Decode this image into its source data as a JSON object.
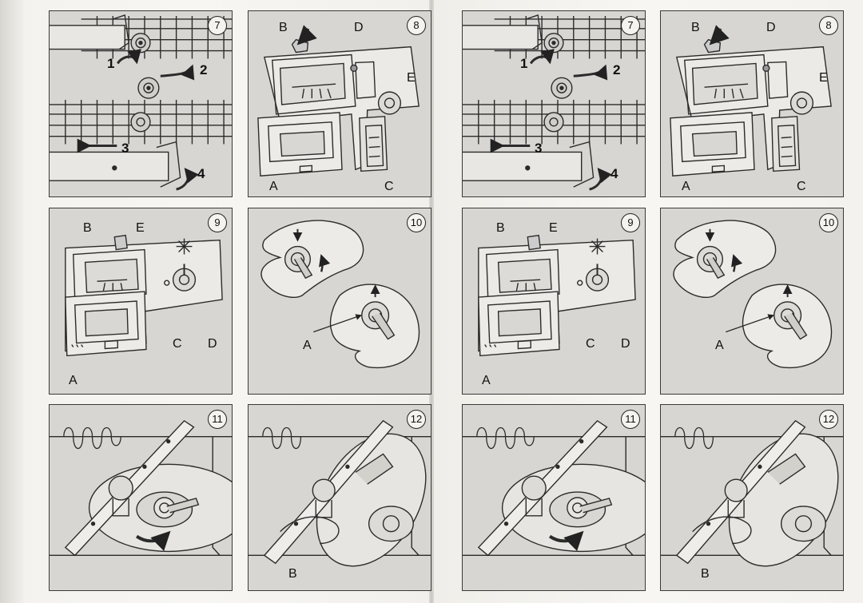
{
  "pages": [
    {
      "panels": [
        {
          "number": "7",
          "labels": {
            "s1": "1",
            "s2": "2",
            "s3": "3",
            "s4": "4"
          }
        },
        {
          "number": "8",
          "labels": {
            "A": "A",
            "B": "B",
            "C": "C",
            "D": "D",
            "E": "E"
          }
        },
        {
          "number": "9",
          "labels": {
            "A": "A",
            "B": "B",
            "C": "C",
            "D": "D",
            "E": "E"
          }
        },
        {
          "number": "10",
          "labels": {
            "A": "A"
          }
        },
        {
          "number": "11",
          "labels": {}
        },
        {
          "number": "12",
          "labels": {
            "B": "B"
          }
        }
      ]
    },
    {
      "panels": [
        {
          "number": "7",
          "labels": {
            "s1": "1",
            "s2": "2",
            "s3": "3",
            "s4": "4"
          }
        },
        {
          "number": "8",
          "labels": {
            "A": "A",
            "B": "B",
            "C": "C",
            "D": "D",
            "E": "E"
          }
        },
        {
          "number": "9",
          "labels": {
            "A": "A",
            "B": "B",
            "C": "C",
            "D": "D",
            "E": "E"
          }
        },
        {
          "number": "10",
          "labels": {
            "A": "A"
          }
        },
        {
          "number": "11",
          "labels": {}
        },
        {
          "number": "12",
          "labels": {
            "B": "B"
          }
        }
      ]
    }
  ],
  "colors": {
    "panel_bg": "#d7d6d2",
    "line": "#2b2b2b",
    "paper": "#f4f3ef"
  }
}
